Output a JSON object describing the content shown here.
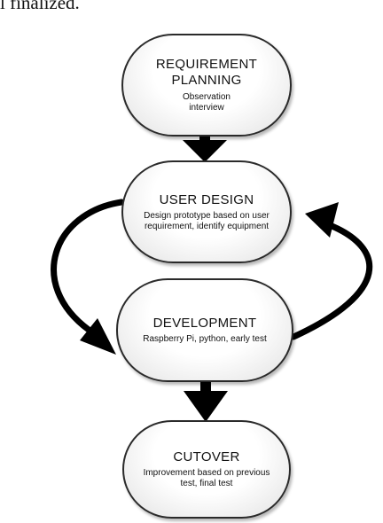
{
  "caption": "l finalized.",
  "nodes": [
    {
      "id": "requirement-planning",
      "title_lines": [
        "REQUIREMENT",
        "PLANNING"
      ],
      "description": "Observation interview"
    },
    {
      "id": "user-design",
      "title_lines": [
        "USER DESIGN"
      ],
      "description": "Design prototype based on user requirement, identify equipment"
    },
    {
      "id": "development",
      "title_lines": [
        "DEVELOPMENT"
      ],
      "description": "Raspberry Pi, python, early test"
    },
    {
      "id": "cutover",
      "title_lines": [
        "CUTOVER"
      ],
      "description": "Improvement based on previous test, final test"
    }
  ],
  "colors": {
    "arrow": "#000000",
    "border": "#2a2a2a",
    "text": "#111111"
  }
}
